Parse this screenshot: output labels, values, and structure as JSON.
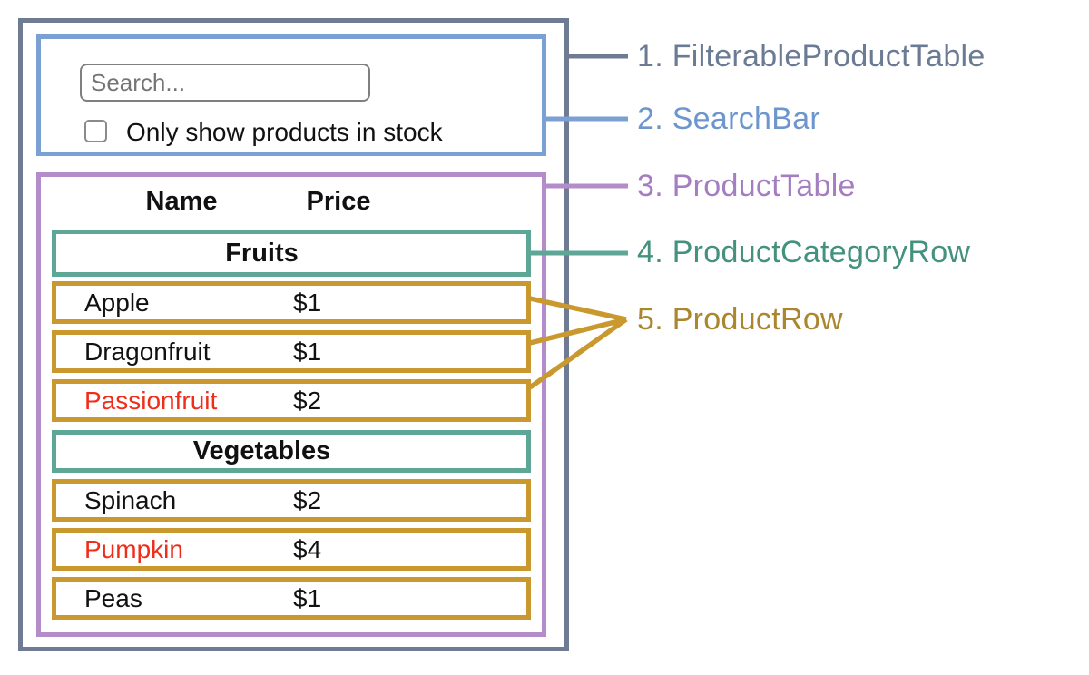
{
  "search_bar": {
    "placeholder": "Search...",
    "checkbox_label": "Only show products in stock",
    "checkbox_checked": false
  },
  "table": {
    "headers": {
      "name": "Name",
      "price": "Price"
    },
    "sections": [
      {
        "category": "Fruits",
        "rows": [
          {
            "name": "Apple",
            "price": "$1",
            "out_of_stock": false
          },
          {
            "name": "Dragonfruit",
            "price": "$1",
            "out_of_stock": false
          },
          {
            "name": "Passionfruit",
            "price": "$2",
            "out_of_stock": true
          }
        ]
      },
      {
        "category": "Vegetables",
        "rows": [
          {
            "name": "Spinach",
            "price": "$2",
            "out_of_stock": false
          },
          {
            "name": "Pumpkin",
            "price": "$4",
            "out_of_stock": true
          },
          {
            "name": "Peas",
            "price": "$1",
            "out_of_stock": false
          }
        ]
      }
    ]
  },
  "legend": [
    {
      "label": "1. FilterableProductTable"
    },
    {
      "label": "2. SearchBar"
    },
    {
      "label": "3. ProductTable"
    },
    {
      "label": "4. ProductCategoryRow"
    },
    {
      "label": "5. ProductRow"
    }
  ],
  "colors": {
    "slate": "#6e7b92",
    "blue": "#7aa0d4",
    "purple": "#b48cc9",
    "teal": "#5ea796",
    "gold": "#c9992f",
    "red": "#ee2e1b",
    "label_slate": "#6b7b94",
    "label_blue": "#6d96cd",
    "label_purple": "#a57ec2",
    "label_teal": "#44917e",
    "label_gold": "#aa862e"
  }
}
